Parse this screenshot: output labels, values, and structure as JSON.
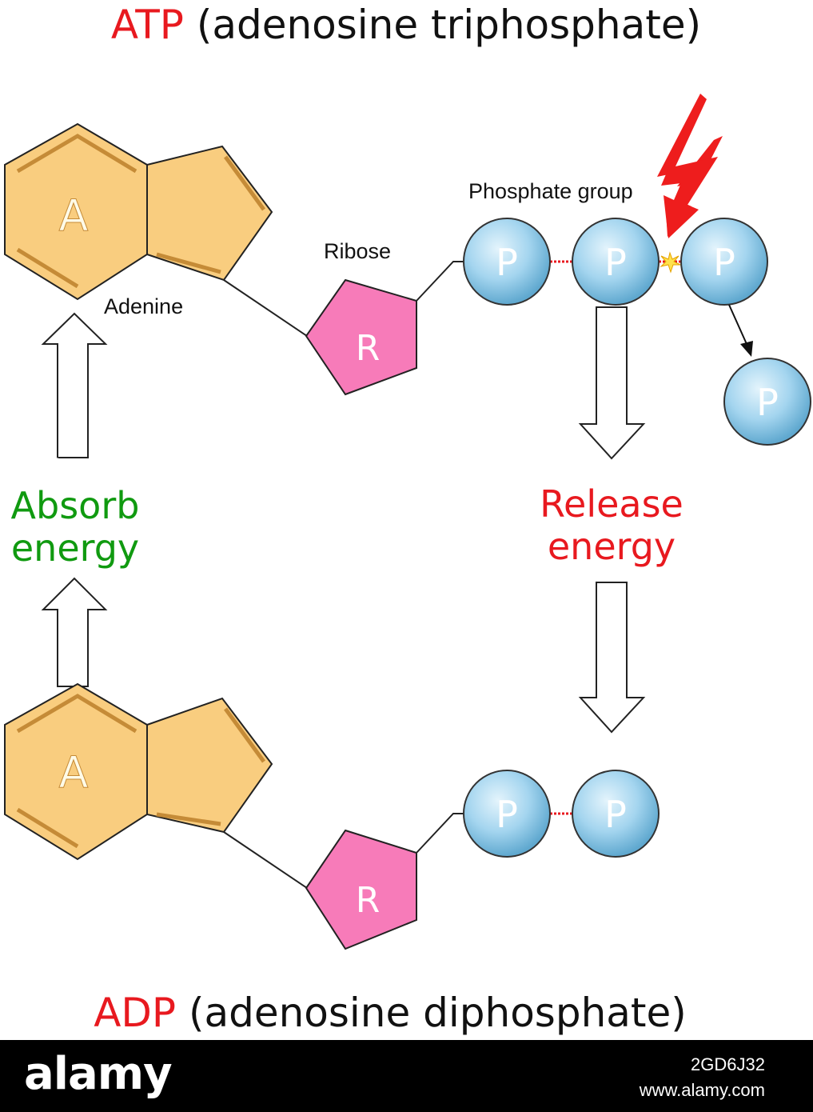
{
  "atp_title": {
    "abbr": "ATP",
    "full": " (adenosine triphosphate)"
  },
  "adp_title": {
    "abbr": "ADP",
    "full": " (adenosine diphosphate)"
  },
  "labels": {
    "adenine_letter": "A",
    "ribose_letter": "R",
    "phosphate_letter": "P",
    "adenine": "Adenine",
    "ribose": "Ribose",
    "phosphate_group": "Phosphate group"
  },
  "absorb": {
    "line1": "Absorb",
    "line2": "energy"
  },
  "release": {
    "line1": "Release",
    "line2": "energy"
  },
  "footer": {
    "brand": "alamy",
    "image_id": "2GD6J32",
    "site": "www.alamy.com"
  },
  "colors": {
    "title_red": "#e8191f",
    "absorb_green": "#109a10",
    "adenine_fill": "#f9cd7f",
    "ribose_fill": "#f77bb9",
    "phosphate_fill": "#9fd3ef",
    "bolt": "#ee1d1d"
  }
}
